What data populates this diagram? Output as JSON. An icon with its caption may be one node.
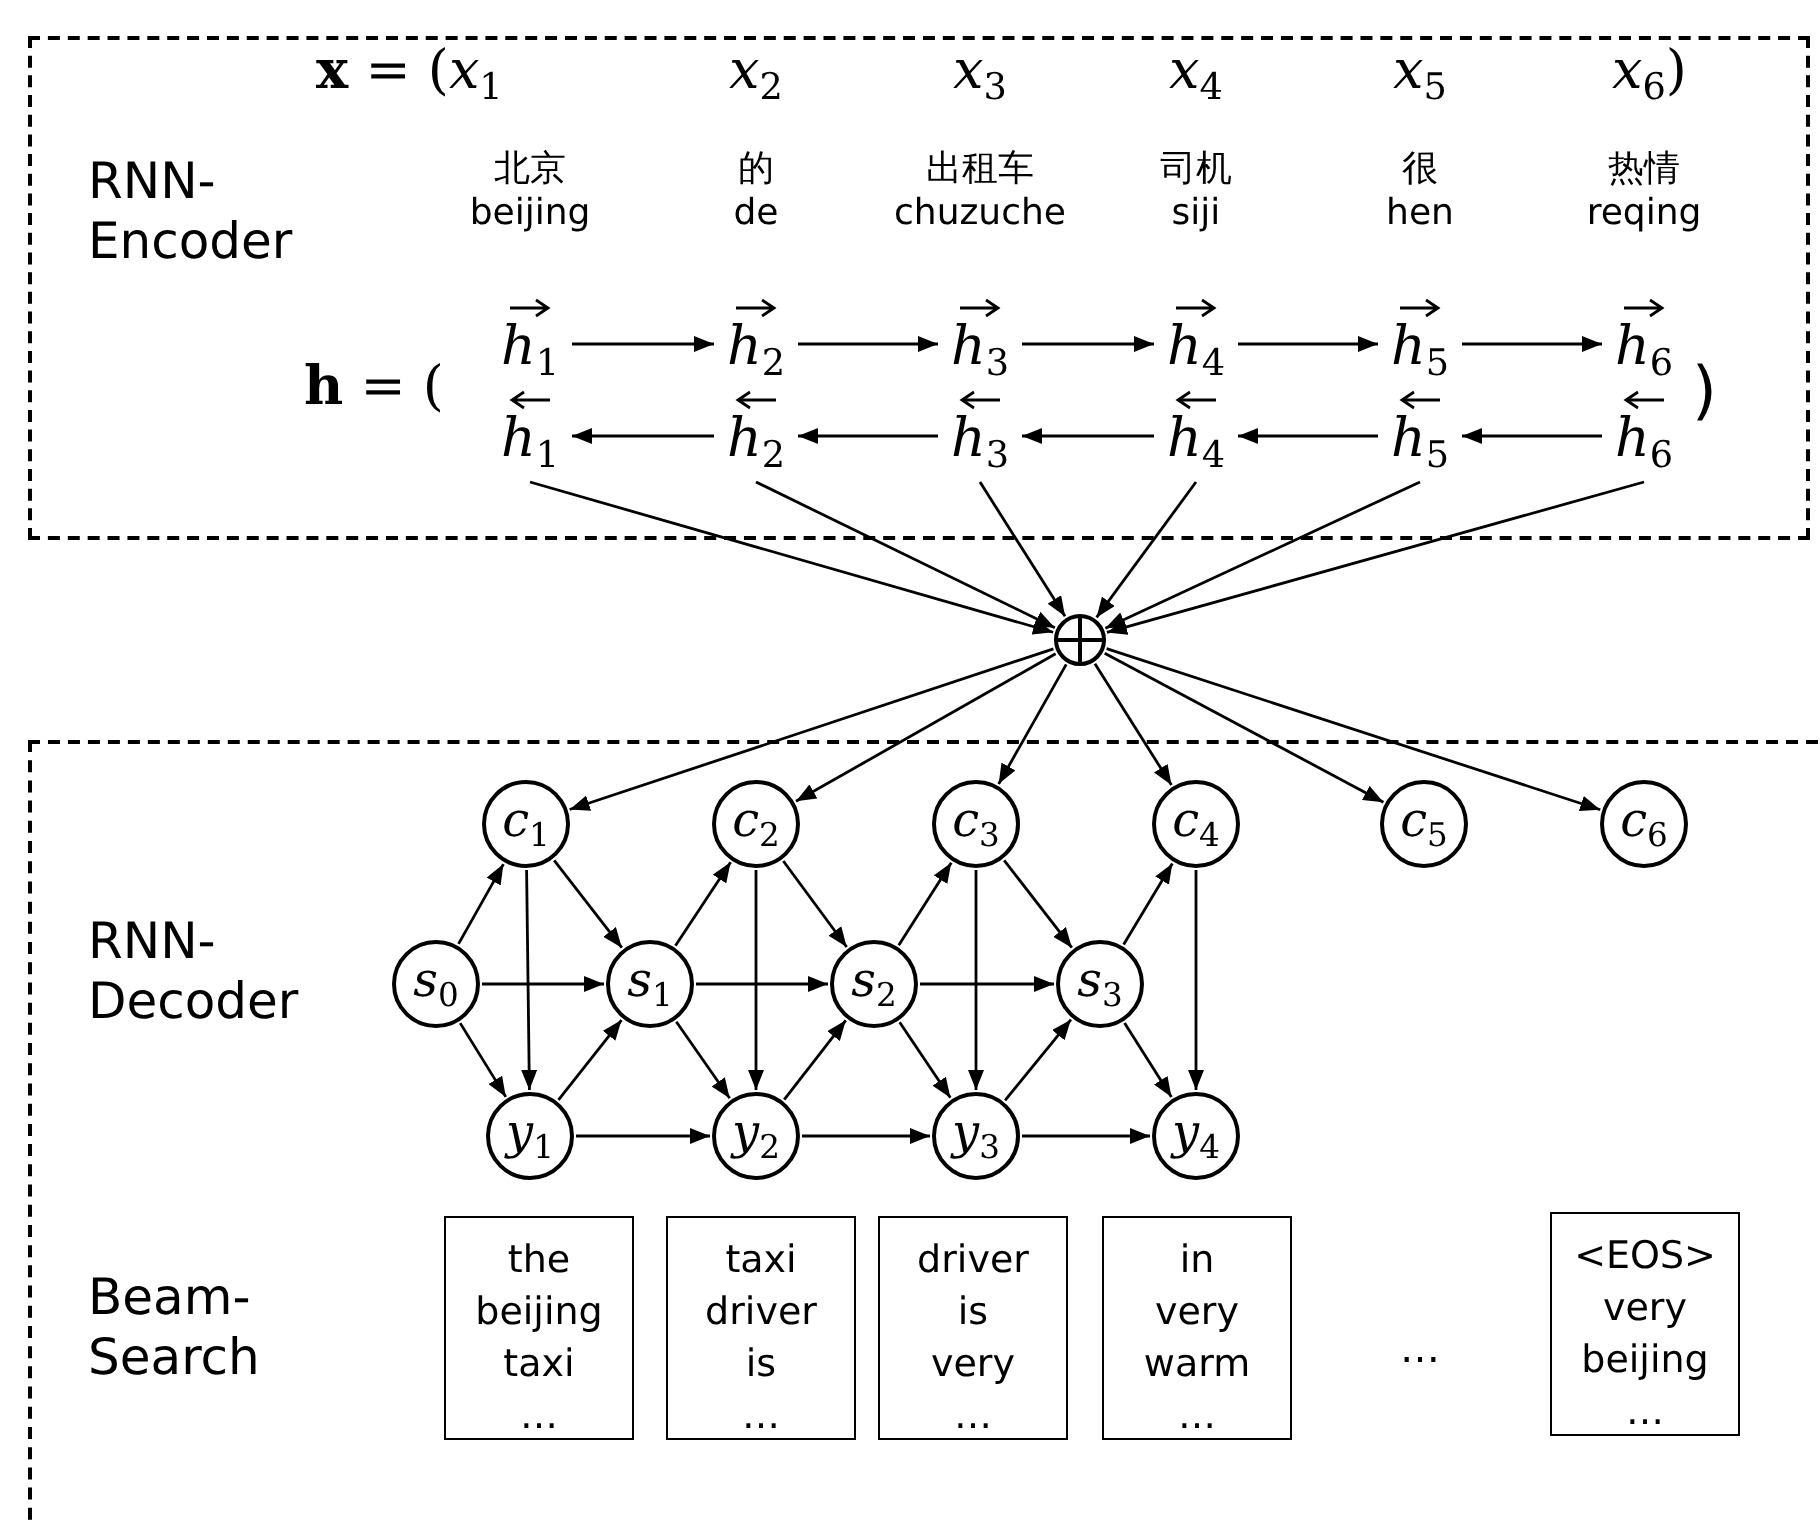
{
  "diagram": {
    "nodes": [
      {
        "text": [
          "RNN- Encoder"
        ]
      },
      {
        "text": [
          "*h*$_{1}$"
        ],
        "in": 0
      },
      {
        "text": [
          "*h*$_{2}$"
        ],
        "in": 0
      },
      {
        "text": [
          "*h*$_{3}$"
        ],
        "in": 0
      },
      {
        "text": [
          "*h*$_{4}$"
        ],
        "in": 0
      },
      {
        "text": [
          "*h*$_{5}$"
        ],
        "in": 0
      },
      {
        "text": [
          "*h*$_{6}$"
        ],
        "in": 0
      },
      {
        "text": [
          "*h*$_{1}$"
        ],
        "in": 0
      },
      {
        "text": [
          "*h*$_{2}$"
        ],
        "in": 0
      },
      {
        "text": [
          "*h*$_{3}$"
        ],
        "in": 0
      },
      {
        "text": [
          "*h*$_{4}$"
        ],
        "in": 0
      },
      {
        "text": [
          "*h*$_{5}$"
        ],
        "in": 0
      },
      {
        "text": [
          "*h*$_{6}$"
        ],
        "in": 0
      },
      {
        "text": [],
        "shape": "circle"
      },
      {
        "text": [
          "RNN- Decoder",
          "Beam- Search"
        ]
      },
      {
        "text": [
          "*c*$_{1}$"
        ],
        "in": 14
      },
      {
        "text": [
          "*c*$_{2}$"
        ],
        "in": 14
      },
      {
        "text": [
          "*c*$_{3}$"
        ],
        "in": 14
      },
      {
        "text": [
          "*c*$_{4}$"
        ],
        "in": 14
      },
      {
        "text": [
          "*c*$_{5}$"
        ],
        "in": 14
      },
      {
        "text": [
          "*c*$_{6}$"
        ],
        "in": 14
      },
      {
        "text": [
          "*s*$_{0}$"
        ],
        "in": 14
      },
      {
        "text": [
          "*s*$_{1}$"
        ],
        "in": 14
      },
      {
        "text": [
          "*s*$_{2}$"
        ],
        "in": 14
      },
      {
        "text": [
          "*s*$_{3}$"
        ],
        "in": 14
      },
      {
        "text": [
          "*y*$_{1}$"
        ],
        "in": 14
      },
      {
        "text": [
          "*y*$_{2}$"
        ],
        "in": 14
      },
      {
        "text": [
          "*y*$_{3}$"
        ],
        "in": 14
      },
      {
        "text": [
          "*y*$_{4}$"
        ],
        "in": 14
      },
      {
        "text": [
          "the beijing taxi …"
        ],
        "in": 14
      },
      {
        "text": [
          "taxi driver is …"
        ],
        "in": 14
      },
      {
        "text": [
          "driver is very …"
        ],
        "in": 14
      },
      {
        "text": [
          "in very warm …"
        ],
        "in": 14
      },
      {
        "text": [
          "<EOS> very beijing …"
        ],
        "in": 14
      }
    ],
    "edges": [
      {
        "from": 1,
        "to": 2,
        "arrow": "to"
      },
      {
        "from": 2,
        "to": 3,
        "arrow": "to"
      },
      {
        "from": 3,
        "to": 4,
        "arrow": "to"
      },
      {
        "from": 4,
        "to": 5,
        "arrow": "to"
      },
      {
        "from": 5,
        "to": 6,
        "arrow": "to"
      },
      {
        "from": 12,
        "to": 11,
        "arrow": "to"
      },
      {
        "from": 11,
        "to": 10,
        "arrow": "to"
      },
      {
        "from": 10,
        "to": 9,
        "arrow": "to"
      },
      {
        "from": 9,
        "to": 8,
        "arrow": "to"
      },
      {
        "from": 8,
        "to": 7,
        "arrow": "to"
      },
      {
        "from": 7,
        "to": 13,
        "arrow": "to"
      },
      {
        "from": 8,
        "to": 13,
        "arrow": "to"
      },
      {
        "from": 9,
        "to": 13,
        "arrow": "to"
      },
      {
        "from": 10,
        "to": 13,
        "arrow": "to"
      },
      {
        "from": 11,
        "to": 13,
        "arrow": "to"
      },
      {
        "from": 12,
        "to": 13,
        "arrow": "to"
      },
      {
        "from": 13,
        "to": 15,
        "arrow": "to"
      },
      {
        "from": 13,
        "to": 16,
        "arrow": "to"
      },
      {
        "from": 13,
        "to": 17,
        "arrow": "to"
      },
      {
        "from": 13,
        "to": 18,
        "arrow": "to"
      },
      {
        "from": 13,
        "to": 19,
        "arrow": "to"
      },
      {
        "from": 13,
        "to": 20,
        "arrow": "to"
      },
      {
        "from": 21,
        "to": 15,
        "arrow": "to"
      },
      {
        "from": 21,
        "to": 22,
        "arrow": "to"
      },
      {
        "from": 21,
        "to": 25,
        "arrow": "to"
      },
      {
        "from": 15,
        "to": 22,
        "arrow": "to"
      },
      {
        "from": 15,
        "to": 25,
        "arrow": "to"
      },
      {
        "from": 25,
        "to": 22,
        "arrow": "to"
      },
      {
        "from": 22,
        "to": 16,
        "arrow": "to"
      },
      {
        "from": 22,
        "to": 23,
        "arrow": "to"
      },
      {
        "from": 22,
        "to": 26,
        "arrow": "to"
      },
      {
        "from": 16,
        "to": 23,
        "arrow": "to"
      },
      {
        "from": 16,
        "to": 26,
        "arrow": "to"
      },
      {
        "from": 26,
        "to": 23,
        "arrow": "to"
      },
      {
        "from": 25,
        "to": 26,
        "arrow": "to"
      },
      {
        "from": 23,
        "to": 17,
        "arrow": "to"
      },
      {
        "from": 23,
        "to": 24,
        "arrow": "to"
      },
      {
        "from": 23,
        "to": 27,
        "arrow": "to"
      },
      {
        "from": 17,
        "to": 24,
        "arrow": "to"
      },
      {
        "from": 17,
        "to": 27,
        "arrow": "to"
      },
      {
        "from": 27,
        "to": 24,
        "arrow": "to"
      },
      {
        "from": 26,
        "to": 27,
        "arrow": "to"
      },
      {
        "from": 24,
        "to": 18,
        "arrow": "to"
      },
      {
        "from": 24,
        "to": 28,
        "arrow": "to"
      },
      {
        "from": 18,
        "to": 28,
        "arrow": "to"
      },
      {
        "from": 27,
        "to": 28,
        "arrow": "to"
      }
    ],
    "labels": [
      "**x** = (*x*$_{1}$",
      "*x*$_{2}$",
      "*x*$_{3}$",
      "*x*$_{4}$",
      "*x*$_{5}$",
      "*x*$_{6}$)",
      "北京",
      "的",
      "出租车",
      "司机",
      "很",
      "热情",
      "beijing",
      "de",
      "chuzuche",
      "siji",
      "hen",
      "reqing",
      "**h** = (",
      ")",
      "…"
    ]
  }
}
